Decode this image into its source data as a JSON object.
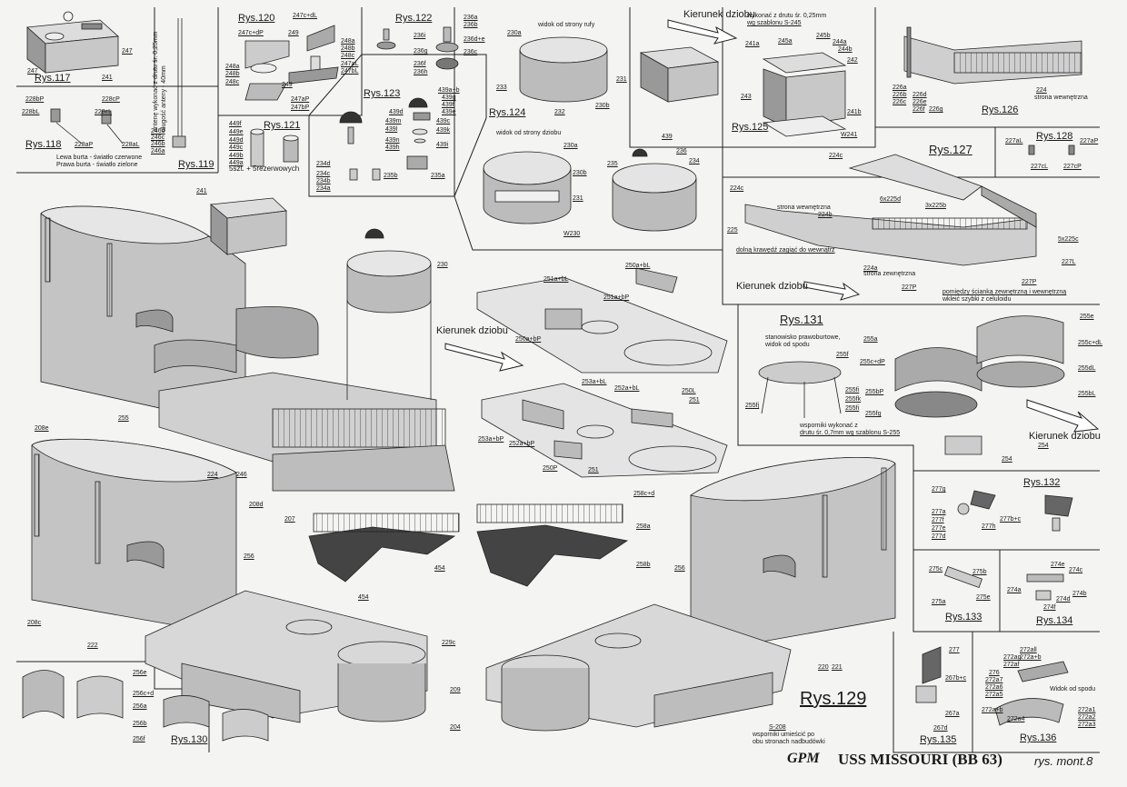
{
  "figures": {
    "rys117": "Rys.117",
    "rys118": "Rys.118",
    "rys119": "Rys.119",
    "rys120": "Rys.120",
    "rys121": "Rys.121",
    "rys122": "Rys.122",
    "rys123": "Rys.123",
    "rys124": "Rys.124",
    "rys125": "Rys.125",
    "rys126": "Rys.126",
    "rys127": "Rys.127",
    "rys128": "Rys.128",
    "rys129": "Rys.129",
    "rys130": "Rys.130",
    "rys131": "Rys.131",
    "rys132": "Rys.132",
    "rys133": "Rys.133",
    "rys134": "Rys.134",
    "rys135": "Rys.135",
    "rys136": "Rys.136"
  },
  "notes": {
    "antenna_line1": "antenę wykonać z drutu śr. 0,25mm",
    "antenna_line2": "długość anteny - 40mm",
    "lights_line1": "Lewa burta - światło czerwone",
    "lights_line2": "Prawa burta - światło zielone",
    "reserve": "5szt. + 5rezerwowych",
    "stern_view": "widok od strony rufy",
    "bow_view": "widok od strony dziobu",
    "wire_line1": "wykonać z drutu śr. 0,25mm",
    "wire_line2": "wg szablonu S-245",
    "inner_side_126": "strona wewnętrzna",
    "inner_side": "strona wewnętrzna",
    "outer_side": "strona zewnętrzna",
    "bottom_edge": "dolną krawędź zagiąć do wewnątrz",
    "glass_line1": "pomiędzy ścianką zewnętrzną i wewnętrzną",
    "glass_line2": "wkleić szybki z celuloidu",
    "stanowisko_line1": "stanowisko prawoburtowe,",
    "stanowisko_line2": "widok od spodu",
    "brackets_line1": "wsporniki wykonać z",
    "brackets_line2": "drutu śr. 0,7mm wg szablonu S-255",
    "s208_line1": "wsporniki umieścić po",
    "s208_line2": "obu stronach nadbudówki",
    "view_below": "Widok od spodu"
  },
  "directions": {
    "top": "Kierunek dziobu",
    "center": "Kierunek dziobu",
    "right_127": "Kierunek dziobu",
    "right_131": "Kierunek dziobu"
  },
  "footer": {
    "brand": "GPM",
    "ship": "USS MISSOURI (BB 63)",
    "sheet": "rys. mont.8"
  },
  "parts": {
    "p247a": "247",
    "p247b": "247",
    "p241a": "241",
    "p228bP": "228bP",
    "p228bL": "228bL",
    "p228cP": "228cP",
    "p228cL": "228cL",
    "p228aP": "228aP",
    "p228aL": "228aL",
    "p246d": "246d",
    "p246c": "246c",
    "p246b": "246b",
    "p246a": "246a",
    "p247cdL": "247c+dL",
    "p247cdP": "247c+dP",
    "p249a": "249",
    "p249b": "249",
    "p248a": "248a",
    "p248b": "248b",
    "p248c": "248c",
    "p248aR": "248a",
    "p248bR": "248b",
    "p248cR": "248c",
    "p247aP": "247aP",
    "p247bP": "247bP",
    "p247aL": "247aL",
    "p247bL": "247bL",
    "p449f": "449f",
    "p449e": "449e",
    "p449d": "449d",
    "p449c": "449c",
    "p449b": "449b",
    "p449a": "449a",
    "p236a": "236a",
    "p236b": "236b",
    "p236de": "236d+e",
    "p236c": "236c",
    "p236i": "236i",
    "p236g": "236g",
    "p236f": "236f",
    "p236h": "236h",
    "p439ab": "439a+b",
    "p439g": "439g",
    "p439f": "439f",
    "p439e": "439e",
    "p439d": "439d",
    "p439c": "439c",
    "p439m": "439m",
    "p439l": "439l",
    "p439k": "439k",
    "p439n": "439n",
    "p439i": "439i",
    "p439h": "439h",
    "p234d": "234d",
    "p234c": "234c",
    "p234b": "234b",
    "p234a": "234a",
    "p235b": "235b",
    "p235a": "235a",
    "p230a": "230a",
    "p233": "233",
    "p232": "232",
    "p231a": "231",
    "p230b": "230b",
    "p230a2": "230a",
    "p230b2": "230b",
    "p231b": "231",
    "pW230": "W230",
    "p439": "439",
    "p236": "236",
    "p235": "235",
    "p234": "234",
    "p245a": "245a",
    "p245b": "245b",
    "p244a": "244a",
    "p244b": "244b",
    "p242": "242",
    "p241a2": "241a",
    "p243": "243",
    "p241b": "241b",
    "pW241": "W241",
    "p226a": "226a",
    "p226b": "226b",
    "p226c": "226c",
    "p226d": "226d",
    "p226e": "226e",
    "p226f": "226f",
    "p226g": "226g",
    "p224": "224",
    "p227aL": "227aL",
    "p227cL": "227cL",
    "p227aP": "227aP",
    "p227cP": "227cP",
    "p224c": "224c",
    "p224c2": "224c",
    "p224b": "224b",
    "p225d": "6x225d",
    "p225b": "3x225b",
    "p5x225c": "5x225c",
    "p225": "225",
    "p224a": "224a",
    "p227P": "227P",
    "p227P2": "227P",
    "p227L": "227L",
    "p241": "241",
    "p230": "230",
    "p255": "255",
    "p224m": "224",
    "p246": "246",
    "p207": "207",
    "p250ab": "250a+bL",
    "p251abL": "251a+bL",
    "p251abP": "251a+bP",
    "p250abP": "250a+bP",
    "p253abL": "253a+bL",
    "p252abL": "252a+bL",
    "p250L": "250L",
    "p251c": "251",
    "p253abP": "253a+bP",
    "p252abP": "252a+bP",
    "p250P": "250P",
    "p251d": "251",
    "p255e": "255e",
    "p255cd": "255c+dL",
    "p255a": "255a",
    "p255f": "255f",
    "p255cdP": "255c+dP",
    "p255fi": "255fi",
    "p255bP": "255bP",
    "p255dL": "255dL",
    "p255bL": "255bL",
    "p255fi2": "255fi",
    "p255fk": "255fk",
    "p255fj": "255fj",
    "p255fg": "255fg",
    "p254a": "254",
    "p254b": "254",
    "p208e": "208e",
    "p208d": "208d",
    "p256": "256",
    "p208c": "208c",
    "p222": "222",
    "p229c": "229c",
    "p209": "209",
    "p204": "204",
    "p454a": "454",
    "p454b": "454",
    "p258cd": "258c+d",
    "p258a": "258a",
    "p258b": "258b",
    "p256b": "256",
    "p220": "220",
    "p221": "221",
    "pS208": "S-208",
    "p256e": "256e",
    "p256cd": "256c+d",
    "p256a": "256a",
    "p256b2": "256b",
    "p256f": "256f",
    "p277g": "277g",
    "p277a": "277a",
    "p277f": "277f",
    "p277e": "277e",
    "p277d": "277d",
    "p277h": "277h",
    "p277bc": "277b+c",
    "p275c": "275c",
    "p275b": "275b",
    "p275a": "275a",
    "p275e": "275e",
    "p274e": "274e",
    "p274c": "274c",
    "p274a": "274a",
    "p274d": "274d",
    "p274b": "274b",
    "p274f": "274f",
    "p277": "277",
    "p267bc": "267b+c",
    "p267a": "267a",
    "p267d": "267d",
    "p272all": "272all",
    "p272ab": "272a+b",
    "p272ag": "272ag",
    "p272af": "272af",
    "p272ae": "272ae",
    "p276": "276",
    "p272a7": "272a7",
    "p272a6": "272a6",
    "p272a5": "272a5",
    "p272a4": "272a4",
    "p272a1": "272a1",
    "p272a2": "272a2",
    "p272a3": "272a3",
    "p272ab2": "272a+b"
  },
  "colors": {
    "ink": "#1a1a1a",
    "paper": "#f4f4f2",
    "hull": "#b8b8b8",
    "deck": "#d8d8d8",
    "dark": "#555555"
  }
}
